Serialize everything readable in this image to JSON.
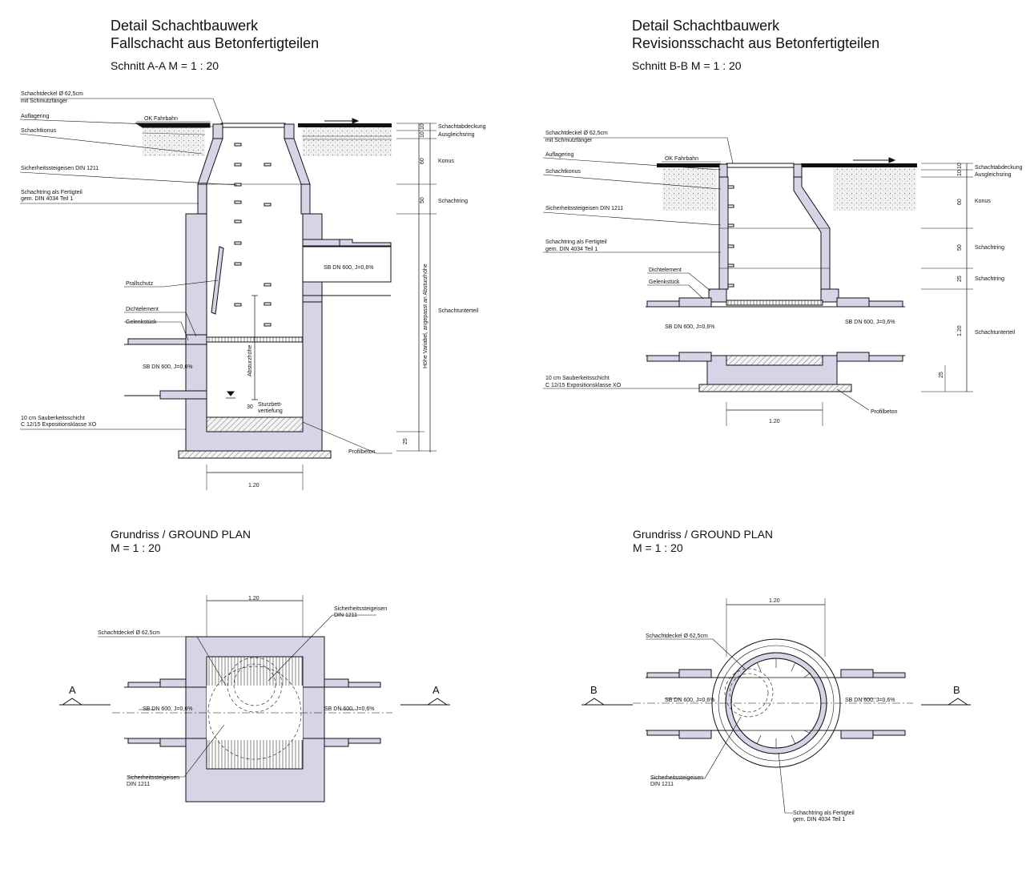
{
  "left": {
    "title1": "Detail Schachtbauwerk",
    "title2": "Fallschacht aus Betonfertigteilen",
    "section": "Schnitt A-A   M = 1 : 20",
    "labels": {
      "cover1": "Schachtdeckel Ø 62,5cm",
      "cover2": "mit Schmutzfänger",
      "ok": "OK Fahrbahn",
      "aufl": "Auflagering",
      "konus": "Schachtkonus",
      "steig": "Sicherheitssteigeisen DIN 1211",
      "ring1": "Schachtring als Fertigteil",
      "ring2": "gem. DIN 4034 Teil 1",
      "prall": "Prallschutz",
      "dicht": "Dichtelement",
      "gelenk": "Gelenkstück",
      "pipe_in": "SB DN 600, J=0,6%",
      "pipe_out": "SB DN 600, J=0,6%",
      "sturz1": "Sturzbett-",
      "sturz2": "vertiefung",
      "absturz": "Absturzhöhe",
      "sauber1": "10 cm Sauberkeitsschicht",
      "sauber2": "C 12/15 Expositionsklasse XO",
      "profil": "Profilbeton",
      "abd": "Schachtabdeckung",
      "ausg": "Ausgleichsring",
      "konus_r": "Konus",
      "schachtring": "Schachtring",
      "unterteil": "Schachtunterteil",
      "hoehe": "Höhe Variabel, angepasst an Absturzhöhe",
      "d10a": "10",
      "d10b": "10",
      "d60": "60",
      "d50": "50",
      "d25": "25",
      "d30": "30",
      "w120": "1.20"
    },
    "plan_title": "Grundriss   /  GROUND PLAN",
    "plan_scale": "M = 1 : 20",
    "plan": {
      "w120": "1.20",
      "steig1": "Sicherheitssteigeisen",
      "steig2": "DIN 1211",
      "cover": "Schachtdeckel Ø 62,5cm",
      "pipe_l": "SB DN 600, J=0,6%",
      "pipe_r": "SB DN 600, J=0,6%",
      "steig3": "Sicherheitssteigeisen",
      "steig4": "DIN 1211",
      "cutL": "A",
      "cutR": "A"
    }
  },
  "right": {
    "title1": "Detail Schachtbauwerk",
    "title2": "Revisionsschacht aus Betonfertigteilen",
    "section": "Schnitt B-B   M = 1 : 20",
    "labels": {
      "cover1": "Schachtdeckel Ø 62,5cm",
      "cover2": "mit Schmutzfänger",
      "ok": "OK Fahrbahn",
      "aufl": "Auflagering",
      "konus": "Schachtkonus",
      "steig": "Sicherheitssteigeisen DIN 1211",
      "ring1": "Schachtring als Fertigteil",
      "ring2": "gem. DIN 4034 Teil 1",
      "dicht": "Dichtelement",
      "gelenk": "Gelenkstück",
      "pipe_l": "SB DN 600, J=0,6%",
      "pipe_r": "SB DN 600, J=0,6%",
      "sauber1": "10 cm Sauberkeitsschicht",
      "sauber2": "C 12/15 Expositionsklasse XO",
      "profil": "Profilbeton",
      "abd": "Schachtabdeckung",
      "ausg": "Ausgleichsring",
      "konus_r": "Konus",
      "ring_a": "Schachtring",
      "ring_b": "Schachtring",
      "unterteil": "Schachtunterteil",
      "d10a": "10",
      "d10b": "10",
      "d60": "60",
      "d50": "50",
      "d25a": "25",
      "d120": "1.20",
      "d25b": "25",
      "w120": "1.20"
    },
    "plan_title": "Grundriss   /  GROUND PLAN",
    "plan_scale": "M = 1 : 20",
    "plan": {
      "w120": "1.20",
      "cover": "Schachtdeckel Ø 62,5cm",
      "pipe_l": "SB DN 600, J=0,6%",
      "pipe_r": "SB DN 600, J=0,6%",
      "steig1": "Sicherheitssteigeisen",
      "steig2": "DIN 1211",
      "ring1": "Schachtring als Fertigteil",
      "ring2": "gem. DIN 4034 Teil 1",
      "cutL": "B",
      "cutR": "B"
    }
  },
  "colors": {
    "concrete": "#d6d4e6",
    "concrete_dark": "#c4c2da",
    "line": "#111111",
    "soil": "#f1f0f0"
  }
}
